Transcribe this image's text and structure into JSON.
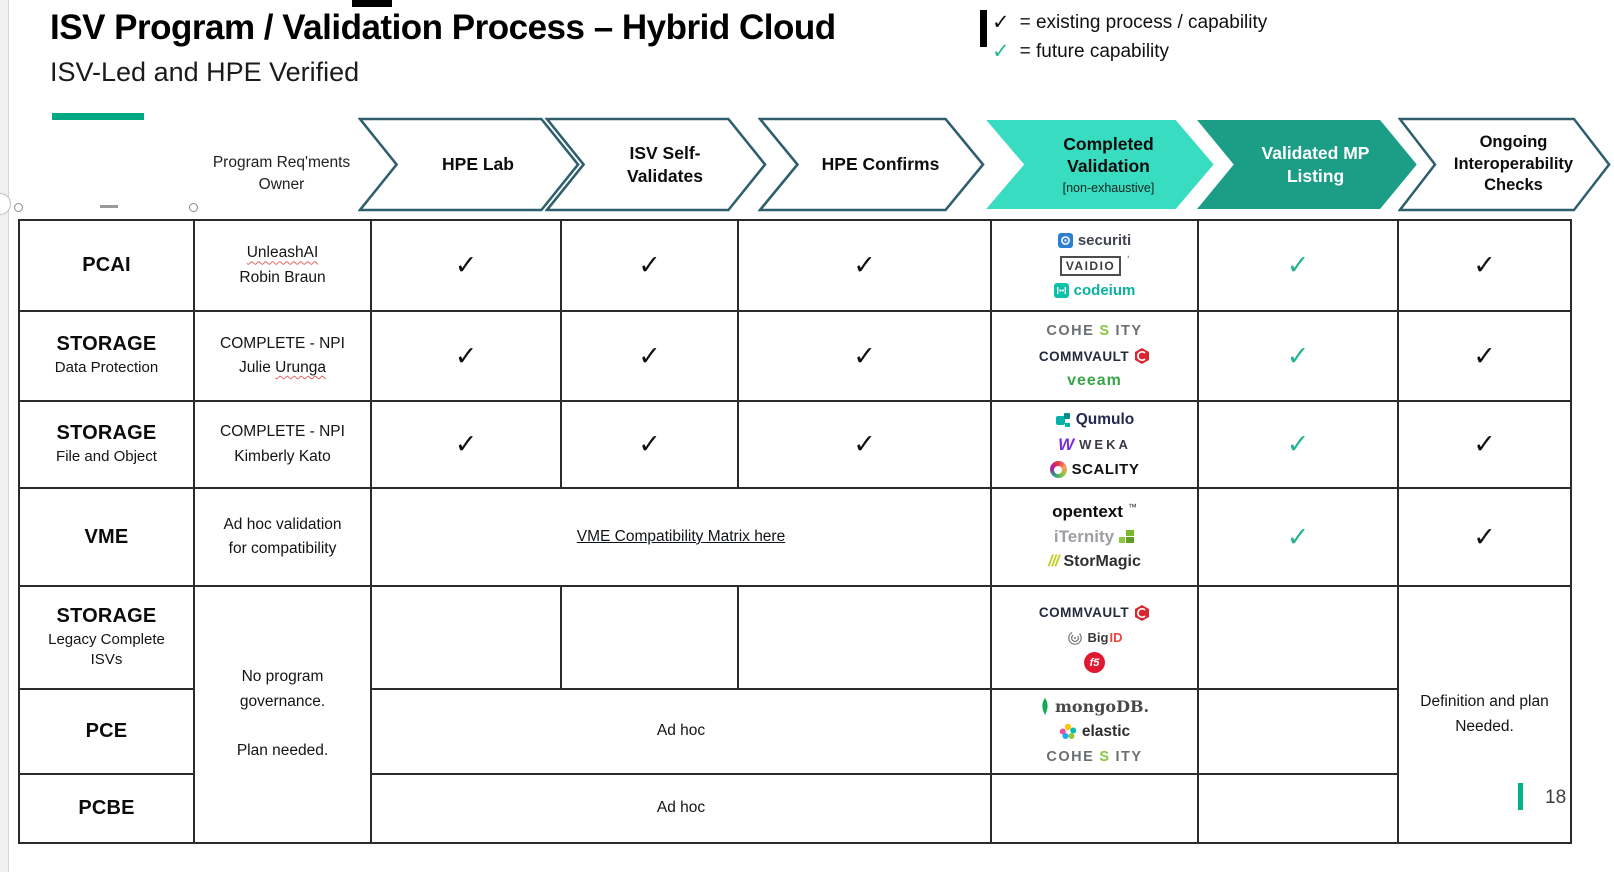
{
  "slide": {
    "title": "ISV Program / Validation Process – Hybrid Cloud",
    "subtitle": "ISV-Led and HPE Verified",
    "page_number": "18"
  },
  "legend": {
    "check": "✓",
    "existing": "= existing process / capability",
    "future": "= future capability"
  },
  "colors": {
    "hpe_green": "#00A982",
    "chevron_light_fill": "#38DCC0",
    "chevron_dark_fill": "#1B9E85",
    "existing_check": "#101010",
    "future_check": "#27B392"
  },
  "process": {
    "owner_header": "Program Req'ments\nOwner",
    "steps": [
      {
        "label": "HPE Lab"
      },
      {
        "label": "ISV Self-\nValidates"
      },
      {
        "label": "HPE Confirms"
      },
      {
        "label": "Completed\nValidation",
        "note": "[non-exhaustive]"
      },
      {
        "label": "Validated MP\nListing"
      },
      {
        "label": "Ongoing\nInteroperability\nChecks"
      }
    ]
  },
  "table": {
    "glyph_check": "✓",
    "rows": [
      {
        "category": "PCAI",
        "owner1": "UnleashAI",
        "owner2": "Robin Braun"
      },
      {
        "category": "STORAGE",
        "sub": "Data Protection",
        "owner1": "COMPLETE - NPI",
        "owner2": "Julie",
        "owner2b": "Urunga"
      },
      {
        "category": "STORAGE",
        "sub": "File and Object",
        "owner1": "COMPLETE - NPI",
        "owner2": "Kimberly Kato"
      },
      {
        "category": "VME",
        "owner1": "Ad hoc validation",
        "owner2": "for compatibility"
      },
      {
        "category": "STORAGE",
        "sub": "Legacy Complete\nISVs"
      },
      {
        "category": "PCE"
      },
      {
        "category": "PCBE"
      }
    ],
    "vme_link": "VME Compatibility Matrix here",
    "no_governance": "No program\ngovernance.\n\nPlan needed.",
    "ad_hoc": "Ad hoc",
    "definition_needed": "Definition and plan\nNeeded."
  },
  "logos": {
    "pcai": {
      "securiti": "securiti",
      "vaidio": "VAIDIO",
      "vaidio_prime": "ʹ",
      "codeium": "codeium"
    },
    "storage_dp": {
      "cohesity_a": "COHE",
      "cohesity_b": "S",
      "cohesity_c": "ITY",
      "commvault": "COMMVAULT",
      "veeam": "veeam"
    },
    "storage_fo": {
      "qumulo": "Qumulo",
      "weka_w": "W",
      "weka": "WEKA",
      "scality": "SCALITY"
    },
    "vme": {
      "opentext": "opentext",
      "opentext_tm": "™",
      "iternity": "iTernity",
      "stormagic_slashes": "///",
      "stormagic": "StorMagic"
    },
    "storage_legacy": {
      "commvault": "COMMVAULT",
      "bigid_a": "Big",
      "bigid_b": "ID",
      "f5": "f5"
    },
    "pce": {
      "mongodb": "mongoDB.",
      "elastic": "elastic",
      "cohesity_a": "COHE",
      "cohesity_b": "S",
      "cohesity_c": "ITY"
    }
  }
}
